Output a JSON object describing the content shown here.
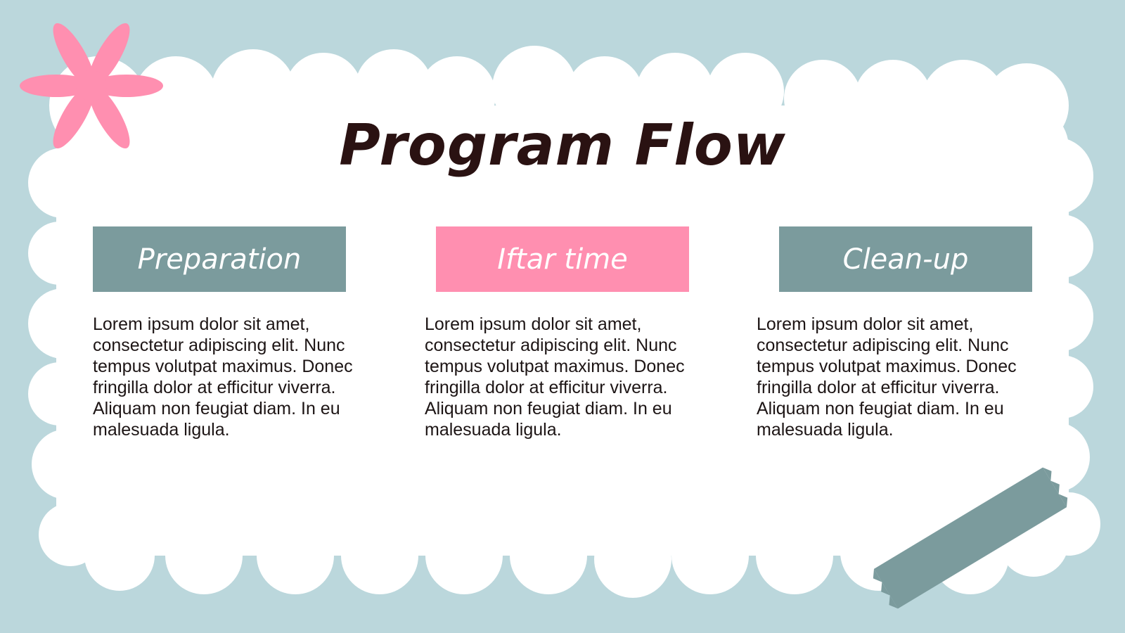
{
  "title": "Program Flow",
  "columns": [
    {
      "label": "Preparation",
      "color": "#7b9b9d",
      "text": "Lorem ipsum dolor sit amet, consectetur adipiscing elit. Nunc tempus volutpat maximus. Donec fringilla dolor at efficitur viverra. Aliquam non feugiat diam. In eu malesuada ligula."
    },
    {
      "label": "Iftar time",
      "color": "#ff8fb0",
      "text": "Lorem ipsum dolor sit amet, consectetur adipiscing elit. Nunc tempus volutpat maximus. Donec fringilla dolor at efficitur viverra. Aliquam non feugiat diam. In eu malesuada ligula."
    },
    {
      "label": "Clean-up",
      "color": "#7b9b9d",
      "text": "Lorem ipsum dolor sit amet, consectetur adipiscing elit. Nunc tempus volutpat maximus. Donec fringilla dolor at efficitur viverra. Aliquam non feugiat diam. In eu malesuada ligula."
    }
  ],
  "decorations": {
    "flower_icon": "flower-icon",
    "tape_icon": "tape-icon",
    "background_color": "#bbd7dc",
    "card_color": "#ffffff",
    "flower_color": "#ff8fb0",
    "tape_color": "#7b9b9d"
  }
}
